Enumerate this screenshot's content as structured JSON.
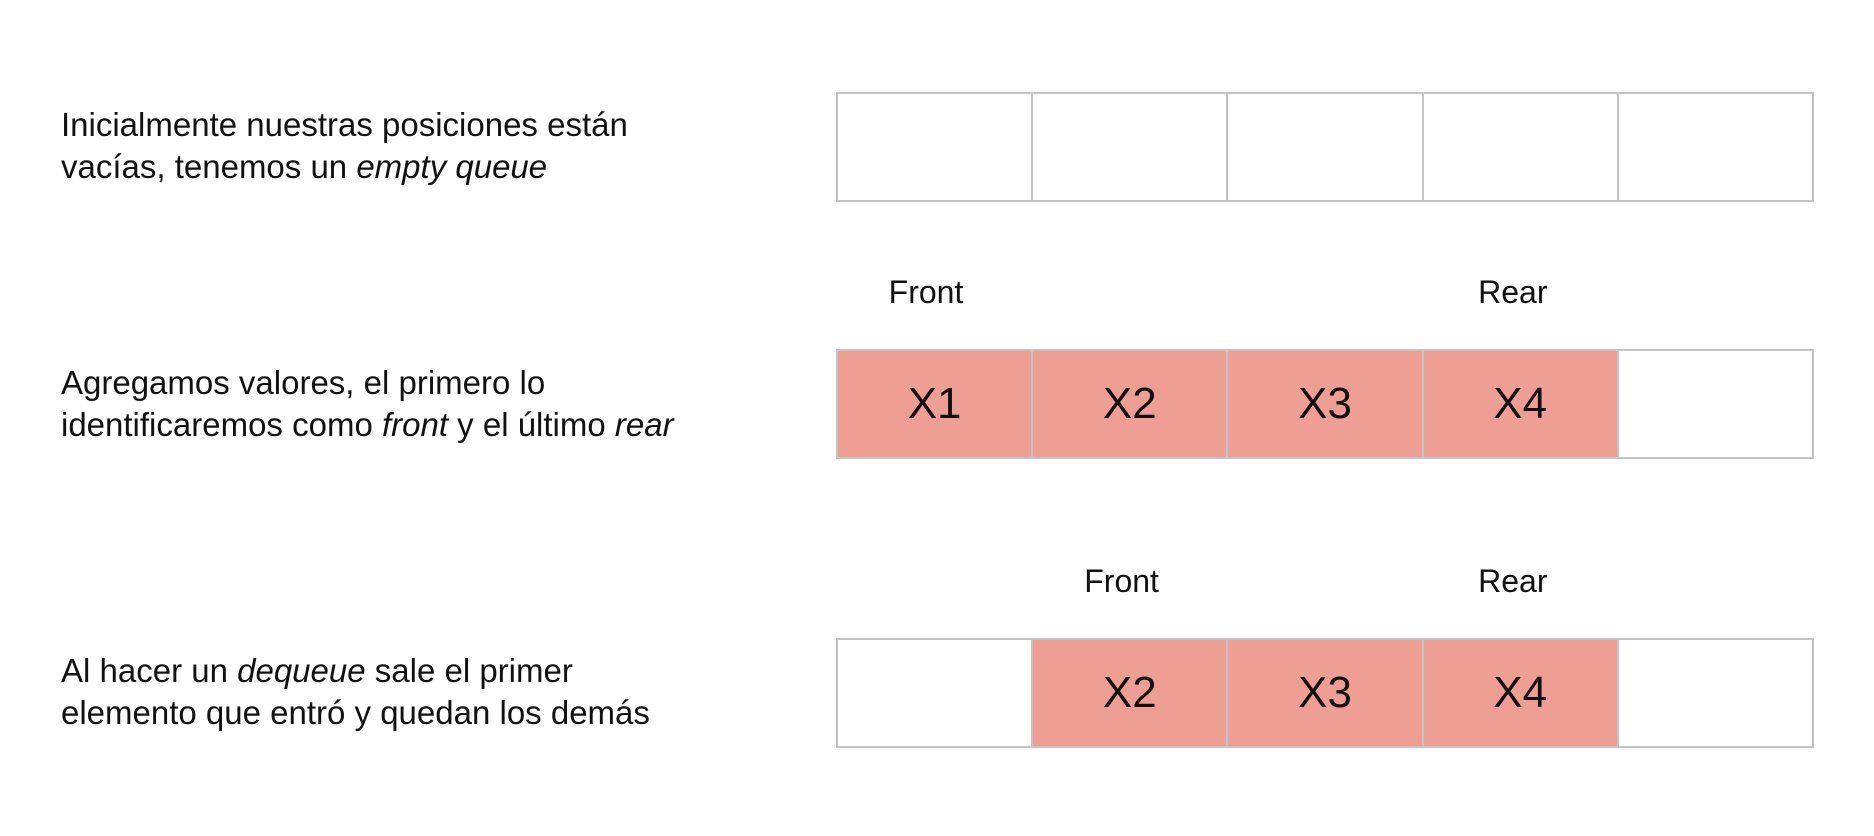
{
  "rows": [
    {
      "desc_parts": [
        {
          "text": "Inicialmente nuestras posiciones están",
          "br": true
        },
        {
          "text": "vacías,  tenemos un "
        },
        {
          "text": "empty queue",
          "italic": true
        }
      ],
      "cells": [
        {
          "label": "",
          "filled": false
        },
        {
          "label": "",
          "filled": false
        },
        {
          "label": "",
          "filled": false
        },
        {
          "label": "",
          "filled": false
        },
        {
          "label": "",
          "filled": false
        }
      ]
    },
    {
      "front_label": "Front",
      "rear_label": "Rear",
      "front_index": 0,
      "rear_index": 3,
      "desc_parts": [
        {
          "text": "Agregamos valores, el primero lo",
          "br": true
        },
        {
          "text": "identificaremos como "
        },
        {
          "text": "front",
          "italic": true
        },
        {
          "text": " y el último "
        },
        {
          "text": "rear",
          "italic": true
        }
      ],
      "cells": [
        {
          "label": "X1",
          "filled": true
        },
        {
          "label": "X2",
          "filled": true
        },
        {
          "label": "X3",
          "filled": true
        },
        {
          "label": "X4",
          "filled": true
        },
        {
          "label": "",
          "filled": false
        }
      ]
    },
    {
      "front_label": "Front",
      "rear_label": "Rear",
      "front_index": 1,
      "rear_index": 3,
      "desc_parts": [
        {
          "text": "Al hacer un "
        },
        {
          "text": "dequeue",
          "italic": true
        },
        {
          "text": " sale el primer",
          "br": true
        },
        {
          "text": "elemento que entró y quedan los demás"
        }
      ],
      "cells": [
        {
          "label": "",
          "filled": false
        },
        {
          "label": "X2",
          "filled": true
        },
        {
          "label": "X3",
          "filled": true
        },
        {
          "label": "X4",
          "filled": true
        },
        {
          "label": "",
          "filled": false
        }
      ]
    }
  ],
  "colors": {
    "filled_cell": "#ef9e93",
    "border": "#c4c4c4",
    "text": "#111111"
  }
}
